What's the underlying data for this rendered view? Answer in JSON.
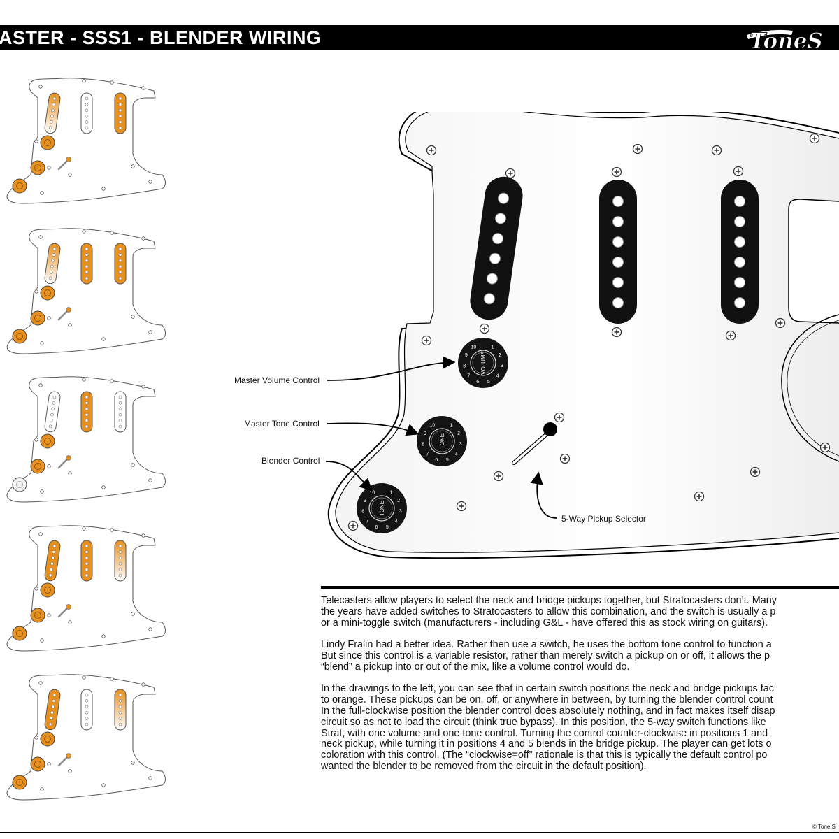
{
  "header": {
    "title": "ASTER - SSS1 - BLENDER WIRING",
    "logo_text": "ToneS"
  },
  "colors": {
    "pickup_active": "#E8901E",
    "pickup_inactive": "#ffffff",
    "knob_orange": "#E8901E",
    "pickguard": "#ffffff",
    "header_bg": "#000000"
  },
  "switch_positions": [
    {
      "position": 1,
      "neck": "blend",
      "middle": "off",
      "bridge": "on"
    },
    {
      "position": 2,
      "neck": "blend",
      "middle": "on",
      "bridge": "on"
    },
    {
      "position": 3,
      "neck": "off",
      "middle": "on",
      "bridge": "off"
    },
    {
      "position": 4,
      "neck": "on",
      "middle": "on",
      "bridge": "blend"
    },
    {
      "position": 5,
      "neck": "on",
      "middle": "off",
      "bridge": "blend"
    }
  ],
  "knobs": {
    "volume_label": "VOLUME",
    "tone_label": "TONE",
    "blender_label": "TONE",
    "numbers": [
      "1",
      "2",
      "3",
      "4",
      "5",
      "6",
      "7",
      "8",
      "9",
      "10"
    ]
  },
  "callouts": {
    "volume": "Master Volume Control",
    "tone": "Master Tone Control",
    "blender": "Blender Control",
    "selector": "5-Way Pickup Selector"
  },
  "description": [
    [
      "Telecasters allow players to select the neck and bridge pickups together, but Stratocasters don’t. Many",
      "the years have added switches to Stratocasters to allow this combination, and the switch is usually a p",
      "or a mini-toggle switch (manufacturers - including G&L - have offered this as stock wiring on guitars)."
    ],
    [
      "Lindy Fralin had a better idea. Rather then use a switch, he uses the bottom tone control to function a",
      "But since this control is a variable resistor, rather than merely switch a pickup on or off, it allows the p",
      "“blend” a pickup into or out of the mix, like a volume control would do."
    ],
    [
      "In the drawings to the left, you can see that in certain switch positions the neck and bridge pickups fac",
      "to orange. These pickups can be on, off, or anywhere in between, by turning the blender control count",
      "In the full-clockwise position the blender control does absolutely nothing, and in fact makes itself disap",
      "circuit so as not to load the circuit (think true bypass). In this position, the 5-way switch functions like",
      "Strat, with one volume and one tone control. Turning the control counter-clockwise in positions 1 and ",
      "neck pickup, while turning it in positions 4 and 5 blends in the bridge pickup. The player can get lots o",
      "coloration with this control. (The “clockwise=off” rationale is that this is typically the default control po",
      "wanted the blender to be removed from the circuit in the default position)."
    ]
  ],
  "copyright": "© Tone S"
}
